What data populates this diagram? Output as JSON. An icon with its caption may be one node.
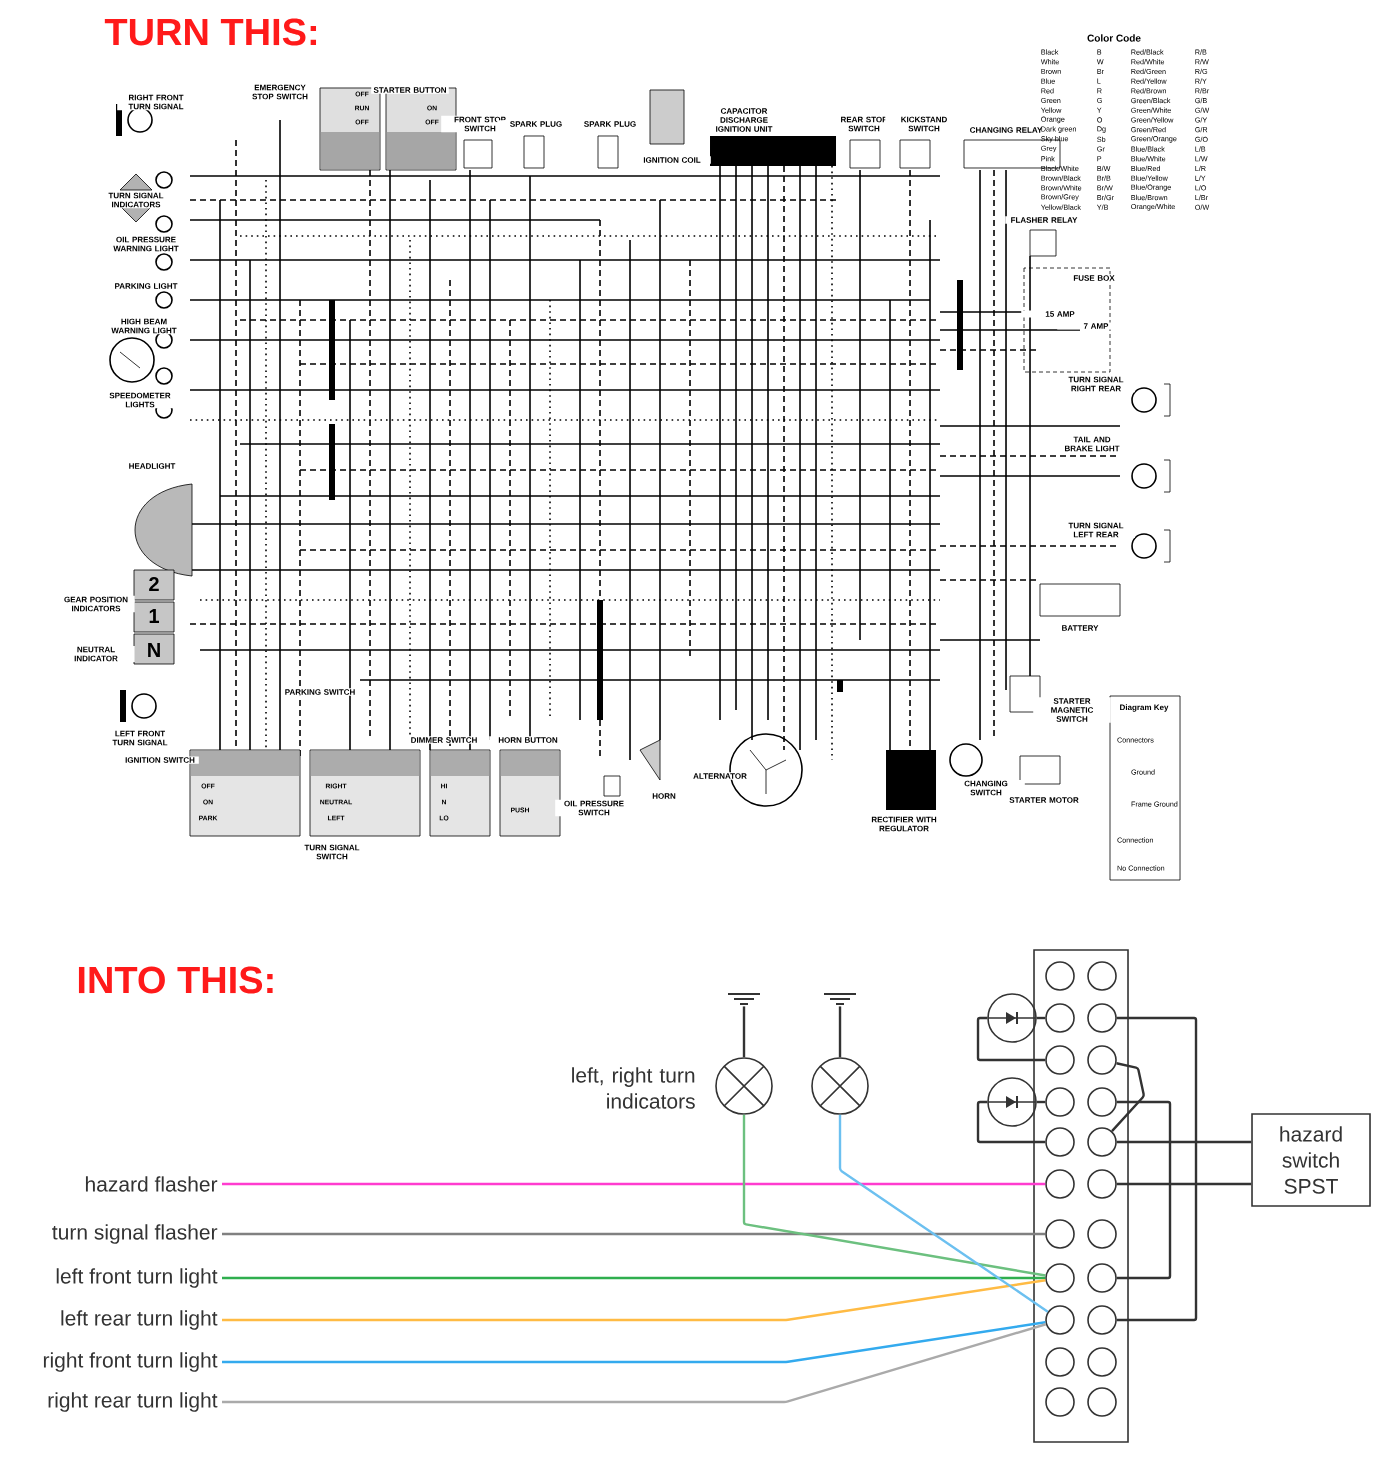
{
  "diagram": {
    "nodes": [
      {
        "text": [
          "hazard flasher"
        ]
      },
      {
        "text": [
          "turn signal flasher"
        ]
      },
      {
        "text": [
          "left front turn light"
        ]
      },
      {
        "text": [
          "left rear turn light"
        ]
      },
      {
        "text": [
          "right front turn light"
        ]
      },
      {
        "text": [
          "right rear turn light"
        ]
      },
      {
        "text": [],
        "shape": "lamp"
      },
      {
        "text": [],
        "shape": "lamp"
      },
      {
        "text": [],
        "shape": "ground"
      },
      {
        "text": [],
        "shape": "ground"
      },
      {
        "text": [],
        "shape": "box"
      },
      {
        "text": [],
        "shape": "circle",
        "in": 10
      },
      {
        "text": [],
        "shape": "circle",
        "in": 10
      },
      {
        "text": [],
        "shape": "circle",
        "in": 10
      },
      {
        "text": [],
        "shape": "circle",
        "in": 10
      },
      {
        "text": [],
        "shape": "circle",
        "in": 10
      },
      {
        "text": [],
        "shape": "circle",
        "in": 10
      },
      {
        "text": [],
        "shape": "circle",
        "in": 10
      },
      {
        "text": [],
        "shape": "circle",
        "in": 10
      },
      {
        "text": [],
        "shape": "circle",
        "in": 10
      },
      {
        "text": [],
        "shape": "circle",
        "in": 10
      },
      {
        "text": [],
        "shape": "circle",
        "in": 10
      },
      {
        "text": [],
        "shape": "circle",
        "in": 10
      },
      {
        "text": [],
        "shape": "circle",
        "in": 10
      },
      {
        "text": [],
        "shape": "circle",
        "in": 10
      },
      {
        "text": [],
        "shape": "circle",
        "in": 10
      },
      {
        "text": [],
        "shape": "circle",
        "in": 10
      },
      {
        "text": [],
        "shape": "circle",
        "in": 10
      },
      {
        "text": [],
        "shape": "circle",
        "in": 10
      },
      {
        "text": [],
        "shape": "circle",
        "in": 10
      },
      {
        "text": [],
        "shape": "circle",
        "in": 10
      },
      {
        "text": [],
        "shape": "circle",
        "in": 10
      },
      {
        "text": [],
        "shape": "circle",
        "in": 10
      },
      {
        "text": [],
        "shape": "diode"
      },
      {
        "text": [],
        "shape": "diode"
      },
      {
        "text": [
          "hazard switch SPST"
        ]
      }
    ],
    "edges": [
      {
        "from": 0,
        "to": 21,
        "arrow": "none",
        "color": "#ff3ccf"
      },
      {
        "from": 1,
        "to": 23,
        "arrow": "none",
        "color": "#808080"
      },
      {
        "from": 2,
        "to": 25,
        "arrow": "none",
        "color": "#2fae4e"
      },
      {
        "from": 3,
        "to": 25,
        "arrow": "none",
        "color": "#ffbb44"
      },
      {
        "from": 4,
        "to": 27,
        "arrow": "none",
        "color": "#33aaee"
      },
      {
        "from": 5,
        "to": 27,
        "arrow": "none",
        "color": "#aaaaaa"
      },
      {
        "from": 6,
        "to": 25,
        "arrow": "none",
        "color": "#6cc07f"
      },
      {
        "from": 7,
        "to": 27,
        "arrow": "none",
        "color": "#6cc0f0"
      },
      {
        "from": 8,
        "to": 6,
        "arrow": "none"
      },
      {
        "from": 9,
        "to": 7,
        "arrow": "none"
      },
      {
        "from": 33,
        "to": 13,
        "arrow": "none"
      },
      {
        "from": 33,
        "to": 15,
        "arrow": "none"
      },
      {
        "from": 34,
        "to": 17,
        "arrow": "none"
      },
      {
        "from": 34,
        "to": 19,
        "arrow": "none"
      },
      {
        "from": 14,
        "to": 28,
        "arrow": "none"
      },
      {
        "from": 16,
        "to": 20,
        "arrow": "none"
      },
      {
        "from": 18,
        "to": 26,
        "arrow": "none"
      },
      {
        "from": 20,
        "to": 35,
        "arrow": "none"
      },
      {
        "from": 22,
        "to": 35,
        "arrow": "none"
      }
    ],
    "labels": [
      "TURN THIS:",
      "RIGHT FRONT TURN SIGNAL",
      "EMERGENCY STOP SWITCH",
      "STARTER BUTTON",
      "FRONT STOP SWITCH",
      "SPARK PLUG",
      "SPARK PLUG",
      "IGNITION COIL",
      "CAPACITOR DISCHARGE IGNITION UNIT",
      "REAR STOP SWITCH",
      "KICKSTAND SWITCH",
      "CHANGING RELAY",
      "Color Code",
      "Black",
      "B",
      "Red/Black",
      "R/B",
      "White",
      "W",
      "Red/White",
      "R/W",
      "Brown",
      "Br",
      "Red/Green",
      "R/G",
      "Blue",
      "L",
      "Red/Yellow",
      "R/Y",
      "Red",
      "R",
      "Red/Brown",
      "R/Br",
      "Green",
      "G",
      "Green/Black",
      "G/B",
      "Yellow",
      "Y",
      "Green/White",
      "G/W",
      "Orange",
      "O",
      "Green/Yellow",
      "G/Y",
      "Dark green",
      "Dg",
      "Green/Red",
      "G/R",
      "Sky blue",
      "Sb",
      "Green/Orange",
      "G/O",
      "Grey",
      "Gr",
      "Blue/Black",
      "L/B",
      "Pink",
      "P",
      "Blue/White",
      "L/W",
      "Black/White",
      "B/W",
      "Blue/Red",
      "L/R",
      "Brown/Black",
      "Br/B",
      "Blue/Yellow",
      "L/Y",
      "Brown/White",
      "Br/W",
      "Blue/Orange",
      "L/O",
      "Brown/Grey",
      "Br/Gr",
      "Blue/Brown",
      "L/Br",
      "Yellow/Black",
      "Y/B",
      "Orange/White",
      "O/W",
      "TURN SIGNAL INDICATORS",
      "OIL PRESSURE WARNING LIGHT",
      "PARKING LIGHT",
      "HIGH BEAM WARNING LIGHT",
      "SPEEDOMETER LIGHTS",
      "HEADLIGHT",
      "GEAR POSITION INDICATORS",
      "NEUTRAL INDICATOR",
      "LEFT FRONT TURN SIGNAL",
      "IGNITION SWITCH",
      "PARKING SWITCH",
      "TURN SIGNAL SWITCH",
      "DIMMER SWITCH",
      "HORN BUTTON",
      "OIL PRESSURE SWITCH",
      "HORN",
      "ALTERNATOR",
      "RECTIFIER WITH REGULATOR",
      "CHANGING SWITCH",
      "STARTER MOTOR",
      "STARTER MAGNETIC SWITCH",
      "BATTERY",
      "FLASHER RELAY",
      "FUSE BOX",
      "15 AMP",
      "7 AMP",
      "TURN SIGNAL RIGHT REAR",
      "TAIL AND BRAKE LIGHT",
      "TURN SIGNAL LEFT REAR",
      "Diagram Key",
      "Connectors",
      "Ground",
      "Frame Ground",
      "Connection",
      "No Connection",
      "2",
      "1",
      "N",
      "OFF",
      "RUN",
      "OFF",
      "ON",
      "OFF",
      "OFF",
      "ON",
      "PARK",
      "RIGHT",
      "NEUTRAL",
      "LEFT",
      "HI",
      "N",
      "LO",
      "PUSH",
      "INTO THIS:",
      "left, right turn indicators"
    ]
  }
}
